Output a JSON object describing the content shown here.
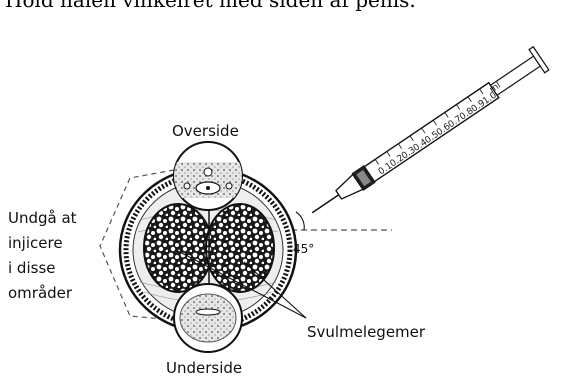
{
  "caption_fragment": "Hold nålen vinkelret med siden af penis.",
  "labels": {
    "top": "Overside",
    "bottom": "Underside",
    "avoid": [
      "Undgå at",
      "injicere",
      "i disse",
      "områder"
    ],
    "corpora": "Svulmelegemer",
    "angle": "45°"
  },
  "syringe": {
    "ticks": [
      "0.1",
      "0.2",
      "0.3",
      "0.4",
      "0.5",
      "0.6",
      "0.7",
      "0.8",
      "0.9",
      "1.0"
    ],
    "unit": "ml"
  },
  "icons": [
    "syringe-icon",
    "penis-cross-section-icon",
    "needle-icon"
  ],
  "colors": {
    "ink": "#111111",
    "paper": "#ffffff",
    "tissue": "#d9d9d9"
  }
}
